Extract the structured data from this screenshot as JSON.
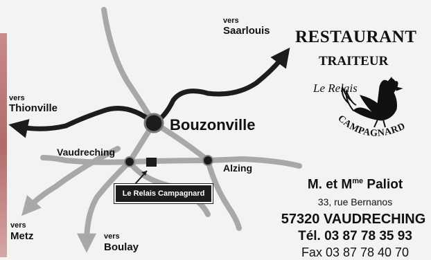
{
  "map": {
    "directions": {
      "saarlouis": {
        "vers": "vers",
        "city": "Saarlouis"
      },
      "thionville": {
        "vers": "vers",
        "city": "Thionville"
      },
      "metz": {
        "vers": "vers",
        "city": "Metz"
      },
      "boulay": {
        "vers": "vers",
        "city": "Boulay"
      }
    },
    "towns": {
      "bouzonville": "Bouzonville",
      "vaudreching": "Vaudreching",
      "alzing": "Alzing"
    },
    "restaurant_marker_label": "Le Relais Campagnard"
  },
  "brand": {
    "line1": "RESTAURANT",
    "line2": "TRAITEUR",
    "script_line": "Le Relais",
    "arc_text": "CAMPAGNARD"
  },
  "contact": {
    "owners": "M. et M",
    "owners_sup": "me",
    "owners_name": " Paliot",
    "street": "33, rue Bernanos",
    "postal_city": "57320 VAUDRECHING",
    "phone": "Tél. 03 87 78 35 93",
    "fax": "Fax 03 87 78 40 70"
  },
  "colors": {
    "road_gray": "#a8a8a8",
    "main_road": "#1c1c1c",
    "background": "#f4f3f1"
  }
}
